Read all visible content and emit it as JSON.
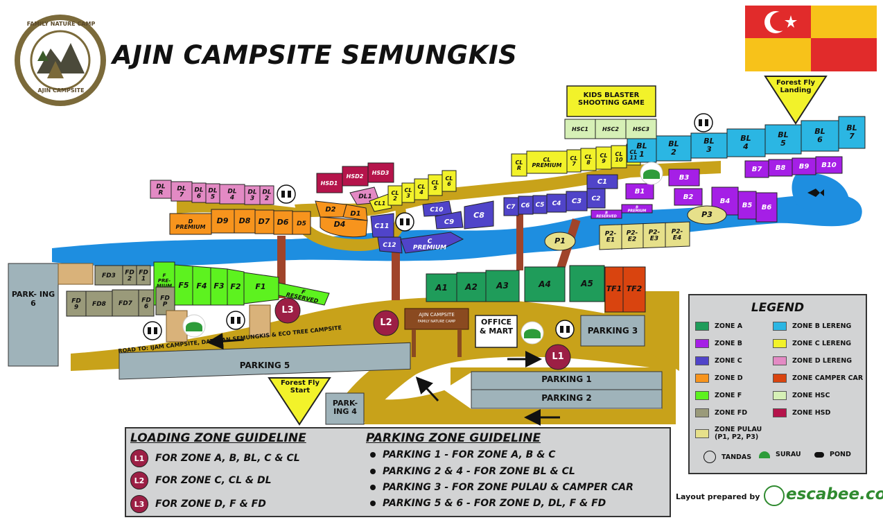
{
  "header": {
    "title": "AJIN CAMPSITE SEMUNGKIS",
    "logo_text_top": "FAMILY NATURE CAMP",
    "logo_text_bottom": "AJIN CAMPSITE"
  },
  "map": {
    "forest_fly_landing": "Forest Fly Landing",
    "forest_fly_start": "Forest Fly Start",
    "kids_blaster": "KIDS BLASTER SHOOTING GAME",
    "office_mart": "OFFICE & MART",
    "signboard_line1": "AJIN CAMPSITE",
    "signboard_line2": "FAMILY NATURE CAMP",
    "road_label": "ROAD TO: IJAM CAMPSITE, DATARAN SEMUNGKIS & ECO TREE CAMPSITE",
    "loading": {
      "l1": "L1",
      "l2": "L2",
      "l3": "L3"
    },
    "parking": {
      "p1": "PARKING 1",
      "p2": "PARKING 2",
      "p3": "PARKING 3",
      "p4": "PARK- ING 4",
      "p5": "PARKING 5",
      "p6": "PARK- ING 6"
    }
  },
  "lots": {
    "a": [
      "A1",
      "A2",
      "A3",
      "A4",
      "A5"
    ],
    "tf": [
      "TF1",
      "TF2"
    ],
    "f": [
      "F PRE- MIUM",
      "F5",
      "F4",
      "F3",
      "F2",
      "F1"
    ],
    "f_reserved": "F RESERVED",
    "fd_top": [
      "FD3",
      "FD 2",
      "FD 1"
    ],
    "fd_bottom": [
      "FD 9",
      "FD8",
      "FD7",
      "FD 6"
    ],
    "fd_p": "FD P",
    "d": [
      "D PREMIUM",
      "D9",
      "D8",
      "D7",
      "D6",
      "D5",
      "D4",
      "D2",
      "D1"
    ],
    "dl": [
      "DL R",
      "DL 7",
      "DL 6",
      "DL 5",
      "DL 4",
      "DL 3",
      "DL 2",
      "DL1"
    ],
    "hsd": [
      "HSD1",
      "HSD2",
      "HSD3"
    ],
    "cl": [
      "CL1",
      "CL 2",
      "CL 3",
      "CL 4",
      "CL 5",
      "CL 6",
      "CL R",
      "CL PREMIUM",
      "CL 7",
      "CL 8",
      "CL 9",
      "CL 10",
      "CL 11"
    ],
    "hsc": [
      "HSC1",
      "HSC2",
      "HSC3"
    ],
    "c": [
      "C11",
      "C12",
      "C10",
      "C9",
      "C8",
      "C PREMIUM",
      "C7",
      "C6",
      "C5",
      "C4",
      "C3",
      "C2",
      "C1"
    ],
    "bl": [
      "BL 1",
      "BL 2",
      "BL 3",
      "BL 4",
      "BL 5",
      "BL 6",
      "BL 7"
    ],
    "b": [
      "B1",
      "B2",
      "B3",
      "B4",
      "B5",
      "B6",
      "B7",
      "B8",
      "B9",
      "B10"
    ],
    "b_reserved": "B RESERVED",
    "b_premium": "B PREMIUM",
    "p": [
      "P1",
      "P2- E1",
      "P2- E2",
      "P2- E3",
      "P2- E4",
      "P3"
    ]
  },
  "legend": {
    "title": "LEGEND",
    "items": [
      {
        "label": "ZONE A",
        "color": "#1f9c5a"
      },
      {
        "label": "ZONE B LERENG",
        "color": "#2bb6e3"
      },
      {
        "label": "ZONE B",
        "color": "#a51fe6"
      },
      {
        "label": "ZONE C LERENG",
        "color": "#f2f22a"
      },
      {
        "label": "ZONE C",
        "color": "#5044c9"
      },
      {
        "label": "ZONE D LERENG",
        "color": "#e38ac4"
      },
      {
        "label": "ZONE D",
        "color": "#f7941d"
      },
      {
        "label": "ZONE CAMPER CAR",
        "color": "#d9440f"
      },
      {
        "label": "ZONE F",
        "color": "#5df21f"
      },
      {
        "label": "ZONE HSC",
        "color": "#d6f0b6"
      },
      {
        "label": "ZONE FD",
        "color": "#9a9a7a"
      },
      {
        "label": "ZONE HSD",
        "color": "#b5144b"
      },
      {
        "label": "ZONE PULAU",
        "sub": "(P1, P2, P3)",
        "color": "#e6e08a"
      }
    ],
    "icons": {
      "tandas": "TANDAS",
      "surau": "SURAU",
      "pond": "POND"
    }
  },
  "loading_guide": {
    "title": "LOADING ZONE GUIDELINE",
    "rows": [
      {
        "code": "L1",
        "text": "FOR ZONE A, B, BL, C & CL"
      },
      {
        "code": "L2",
        "text": "FOR ZONE C, CL & DL"
      },
      {
        "code": "L3",
        "text": "FOR ZONE D, F & FD"
      }
    ]
  },
  "parking_guide": {
    "title": "PARKING ZONE GUIDELINE",
    "rows": [
      "PARKING 1 - FOR ZONE A, B & C",
      "PARKING 2 & 4 - FOR ZONE BL & CL",
      "PARKING 3 - FOR ZONE PULAU & CAMPER CAR",
      "PARKING 5 & 6 - FOR ZONE D, DL, F & FD"
    ]
  },
  "credit": {
    "text": "Layout prepared by",
    "brand": "escabee.com"
  },
  "colors": {
    "road": "#c8a21a",
    "river": "#1e8ee0",
    "flag_red": "#e12b2b",
    "flag_yellow": "#f7c21a"
  }
}
